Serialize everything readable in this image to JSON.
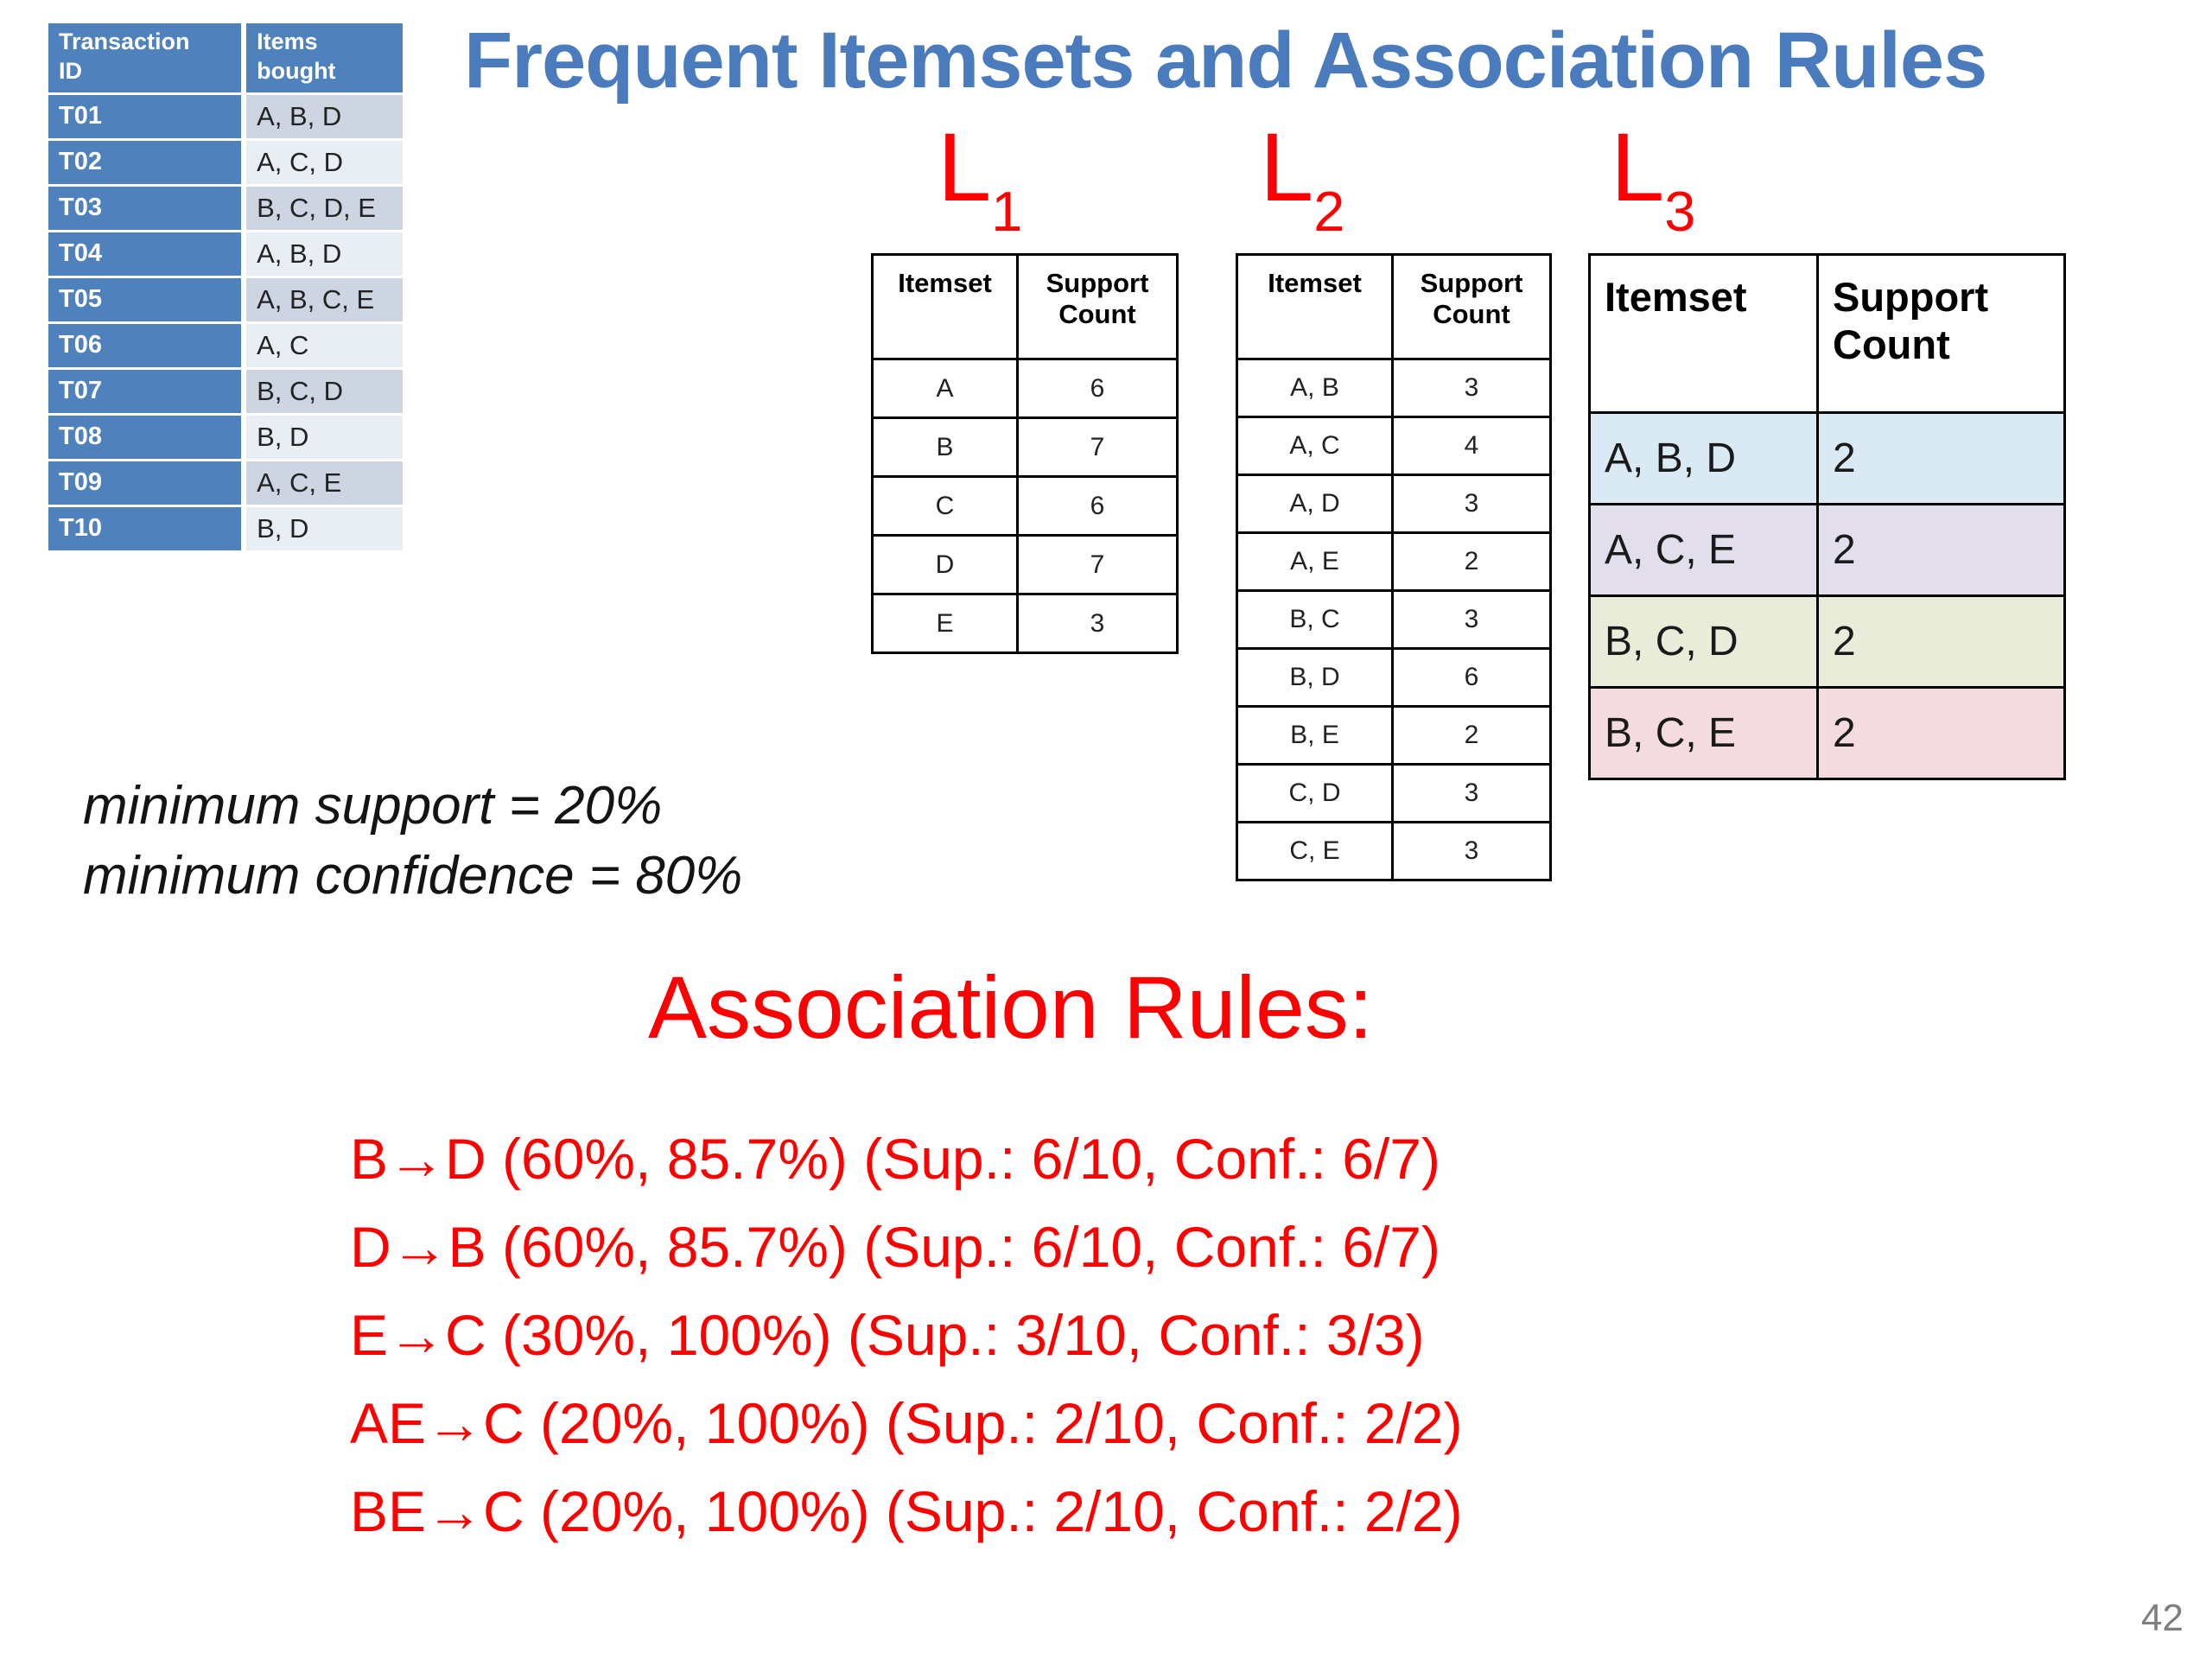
{
  "title": "Frequent Itemsets and Association Rules",
  "page_number": "42",
  "colors": {
    "title_blue": "#4A7BBD",
    "table_header_blue": "#4F81BD",
    "txn_band_dark": "#CDD5E3",
    "txn_band_light": "#E9EDF4",
    "red": "#FF0000",
    "page_number_gray": "#7F7F7F",
    "l3_row_colors": [
      "#DAEAF4",
      "#E3DEEC",
      "#E8ECD8",
      "#F3DBDF"
    ]
  },
  "transactions_table": {
    "headers": [
      "Transaction\nID",
      "Items\nbought"
    ],
    "rows": [
      {
        "id": "T01",
        "items": "A, B, D"
      },
      {
        "id": "T02",
        "items": "A, C, D"
      },
      {
        "id": "T03",
        "items": "B, C, D, E"
      },
      {
        "id": "T04",
        "items": "A, B, D"
      },
      {
        "id": "T05",
        "items": "A, B, C, E"
      },
      {
        "id": "T06",
        "items": "A, C"
      },
      {
        "id": "T07",
        "items": "B, C, D"
      },
      {
        "id": "T08",
        "items": "B, D"
      },
      {
        "id": "T09",
        "items": "A, C, E"
      },
      {
        "id": "T10",
        "items": "B, D"
      }
    ]
  },
  "l1": {
    "label": "L",
    "subscript": "1",
    "headers": [
      "Itemset",
      "Support Count"
    ],
    "rows": [
      [
        "A",
        "6"
      ],
      [
        "B",
        "7"
      ],
      [
        "C",
        "6"
      ],
      [
        "D",
        "7"
      ],
      [
        "E",
        "3"
      ]
    ]
  },
  "l2": {
    "label": "L",
    "subscript": "2",
    "headers": [
      "Itemset",
      "Support Count"
    ],
    "rows": [
      [
        "A, B",
        "3"
      ],
      [
        "A, C",
        "4"
      ],
      [
        "A, D",
        "3"
      ],
      [
        "A, E",
        "2"
      ],
      [
        "B, C",
        "3"
      ],
      [
        "B, D",
        "6"
      ],
      [
        "B, E",
        "2"
      ],
      [
        "C, D",
        "3"
      ],
      [
        "C, E",
        "3"
      ]
    ]
  },
  "l3": {
    "label": "L",
    "subscript": "3",
    "headers": [
      "Itemset",
      "Support Count"
    ],
    "rows": [
      [
        "A, B, D",
        "2"
      ],
      [
        "A, C, E",
        "2"
      ],
      [
        "B, C, D",
        "2"
      ],
      [
        "B, C, E",
        "2"
      ]
    ]
  },
  "constraints": {
    "line1": "minimum support = 20%",
    "line2": "minimum confidence = 80%"
  },
  "association_rules": {
    "heading": "Association Rules:",
    "rules": [
      "B→D (60%, 85.7%) (Sup.: 6/10, Conf.: 6/7)",
      "D→B (60%, 85.7%) (Sup.: 6/10, Conf.: 6/7)",
      "E→C (30%, 100%) (Sup.: 3/10, Conf.: 3/3)",
      "AE→C (20%, 100%) (Sup.: 2/10, Conf.: 2/2)",
      "BE→C (20%, 100%) (Sup.: 2/10, Conf.: 2/2)"
    ]
  }
}
